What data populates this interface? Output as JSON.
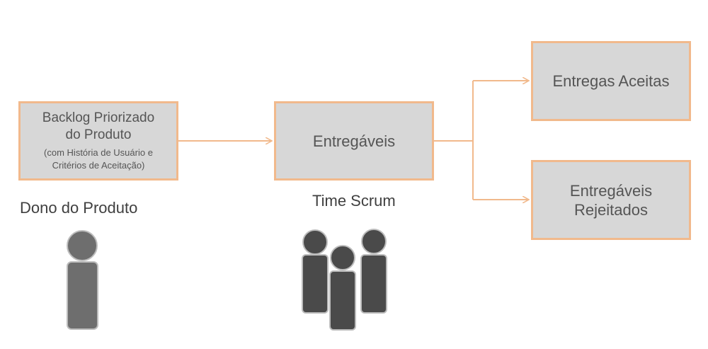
{
  "boxes": {
    "backlog": {
      "title_line1": "Backlog Priorizado",
      "title_line2": "do Produto",
      "note_line1": "(com História de Usuário e",
      "note_line2": "Critérios de Aceitação)"
    },
    "entregaveis": {
      "title": "Entregáveis"
    },
    "aceitas": {
      "title": "Entregas Aceitas"
    },
    "rejeitados": {
      "title_line1": "Entregáveis",
      "title_line2": "Rejeitados"
    }
  },
  "roles": {
    "product_owner": "Dono do Produto",
    "scrum_team": "Time Scrum"
  },
  "colors": {
    "box_fill": "#d7d7d7",
    "box_border": "#f1b98c",
    "arrow": "#f1b98c",
    "person_owner": "#6e6e6e",
    "person_team": "#4a4a4a",
    "text": "#555555"
  },
  "icons": {
    "product_owner": "person-icon",
    "scrum_team": "group-icon"
  }
}
